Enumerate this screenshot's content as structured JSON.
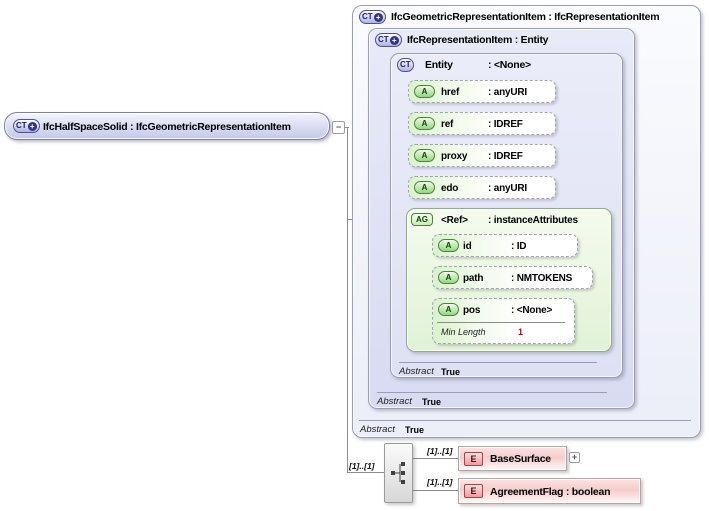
{
  "icons": {
    "ct": "CT",
    "a": "A",
    "ag": "AG",
    "e": "E",
    "plus": "+",
    "minus": "−"
  },
  "colors": {
    "lavender": "#c5c9ea",
    "attr_green": "#94d781",
    "element_pink": "#f6cccc",
    "facet_red": "#c00000",
    "line_gray": "#8c8c8c"
  },
  "root_element": {
    "label": "IfcHalfSpaceSolid : IfcGeometricRepresentationItem"
  },
  "hierarchy": {
    "outer": {
      "label": "IfcGeometricRepresentationItem : IfcRepresentationItem",
      "abstract_label": "Abstract",
      "abstract_value": "True"
    },
    "middle": {
      "label": "IfcRepresentationItem : Entity",
      "abstract_label": "Abstract",
      "abstract_value": "True"
    },
    "entity": {
      "name": "Entity",
      "type": ": <None>",
      "abstract_label": "Abstract",
      "abstract_value": "True",
      "attributes": [
        {
          "name": "href",
          "type": ": anyURI"
        },
        {
          "name": "ref",
          "type": ": IDREF"
        },
        {
          "name": "proxy",
          "type": ": IDREF"
        },
        {
          "name": "edo",
          "type": ": anyURI"
        }
      ],
      "attribute_group": {
        "name": "<Ref>",
        "type": ": instanceAttributes",
        "attributes": [
          {
            "name": "id",
            "type": ": ID"
          },
          {
            "name": "path",
            "type": ": NMTOKENS"
          },
          {
            "name": "pos",
            "type": ": <None>"
          }
        ],
        "facet": {
          "label": "Min Length",
          "value": "1"
        }
      }
    }
  },
  "content_model": {
    "root_cardinality": "[1]..[1]",
    "elements": [
      {
        "cardinality": "[1]..[1]",
        "label": "BaseSurface"
      },
      {
        "cardinality": "[1]..[1]",
        "label": "AgreementFlag : boolean"
      }
    ]
  }
}
